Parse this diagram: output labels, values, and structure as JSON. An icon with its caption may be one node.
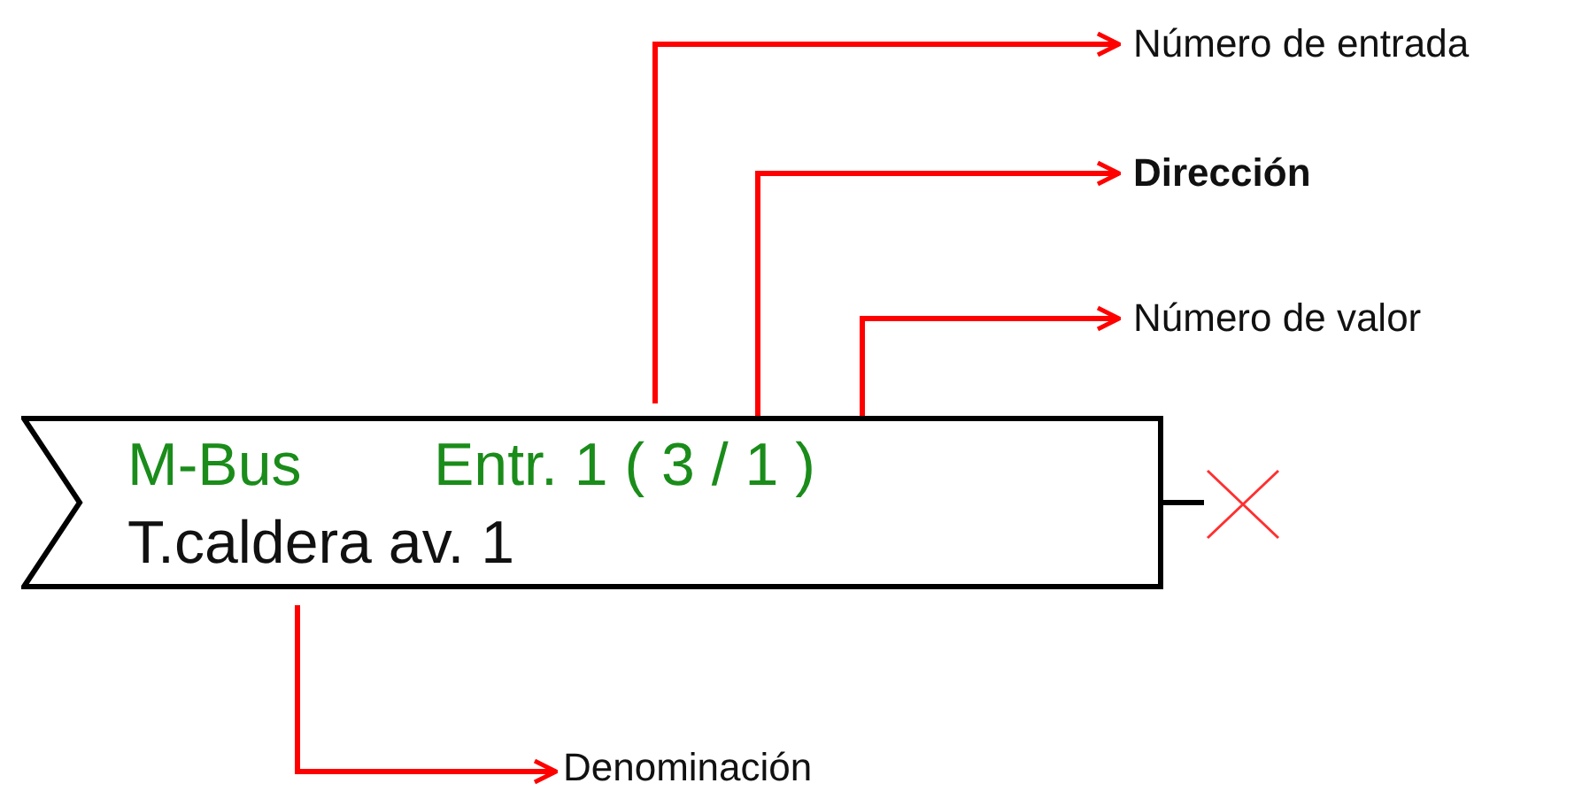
{
  "diagram": {
    "nodes": [
      {
        "text": [
          "M-Bus",
          "Entr. 1 ( 3 / 1 )",
          "T.caldera av. 1"
        ]
      },
      {
        "text": [
          "Número de entrada"
        ]
      },
      {
        "text": [
          "Dirección"
        ]
      },
      {
        "text": [
          "Número de valor"
        ]
      },
      {
        "text": [
          "Denominación"
        ]
      },
      {
        "text": [],
        "shape": "cross"
      }
    ],
    "edges": [
      {
        "from": 0,
        "to": 1,
        "arrow": "to"
      },
      {
        "from": 0,
        "to": 2,
        "arrow": "to"
      },
      {
        "from": 0,
        "to": 3,
        "arrow": "to"
      },
      {
        "from": 0,
        "to": 4,
        "arrow": "to"
      },
      {
        "from": 0,
        "to": 5,
        "arrow": "none",
        "color": "#000000"
      }
    ]
  }
}
